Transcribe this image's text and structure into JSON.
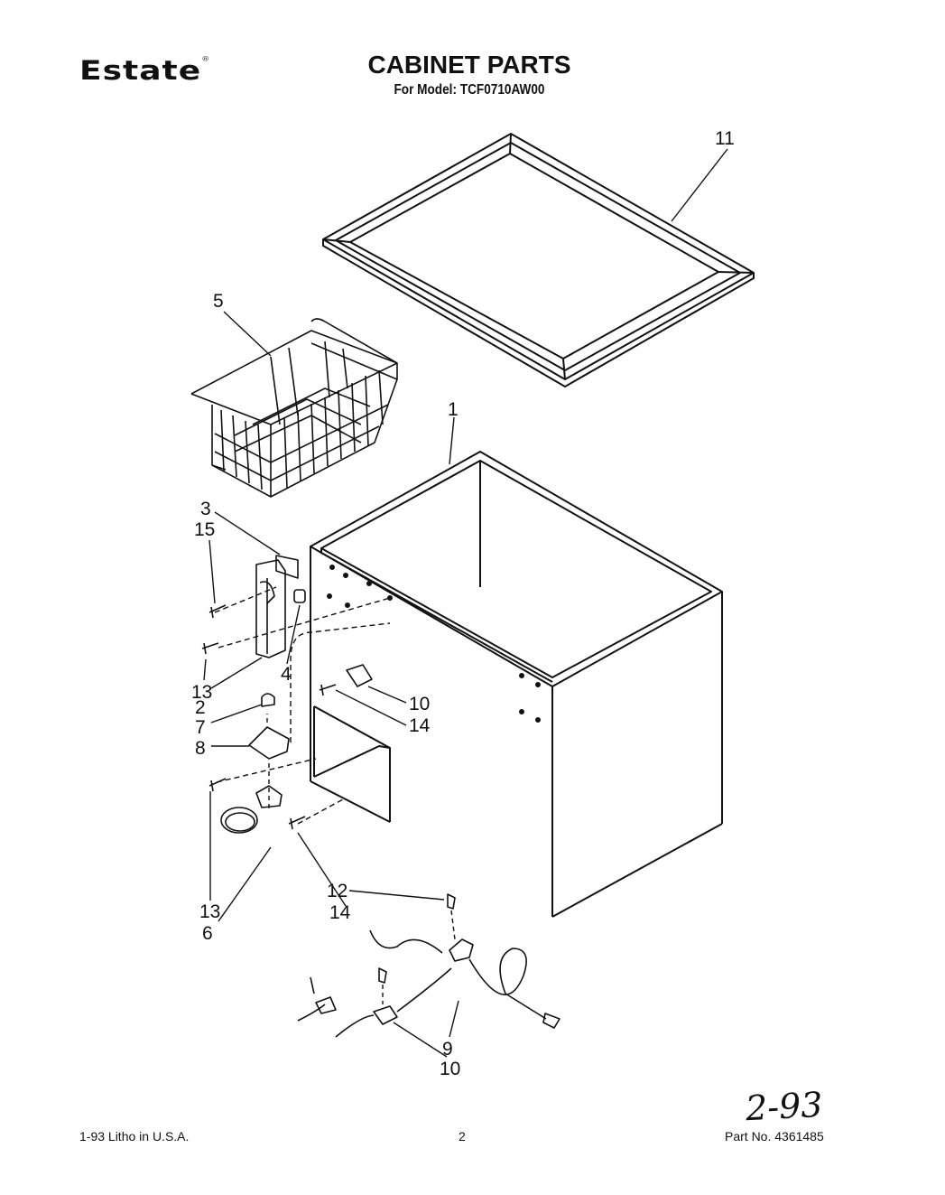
{
  "header": {
    "brand": "Estate",
    "brand_mark": "®",
    "title": "CABINET PARTS",
    "subtitle": "For Model: TCF0710AW00"
  },
  "callouts": {
    "lid_frame": "11",
    "basket": "5",
    "cabinet": "1",
    "c3": "3",
    "c15": "15",
    "c13a": "13",
    "c4": "4",
    "c2": "2",
    "c7": "7",
    "c8": "8",
    "c10a": "10",
    "c14a": "14",
    "c13b": "13",
    "c6": "6",
    "c12": "12",
    "c14b": "14",
    "c9": "9",
    "c10b": "10"
  },
  "footer": {
    "litho": "1-93 Litho in U.S.A.",
    "page": "2",
    "part_no": "Part No. 4361485",
    "handwritten_date": "2-93"
  }
}
